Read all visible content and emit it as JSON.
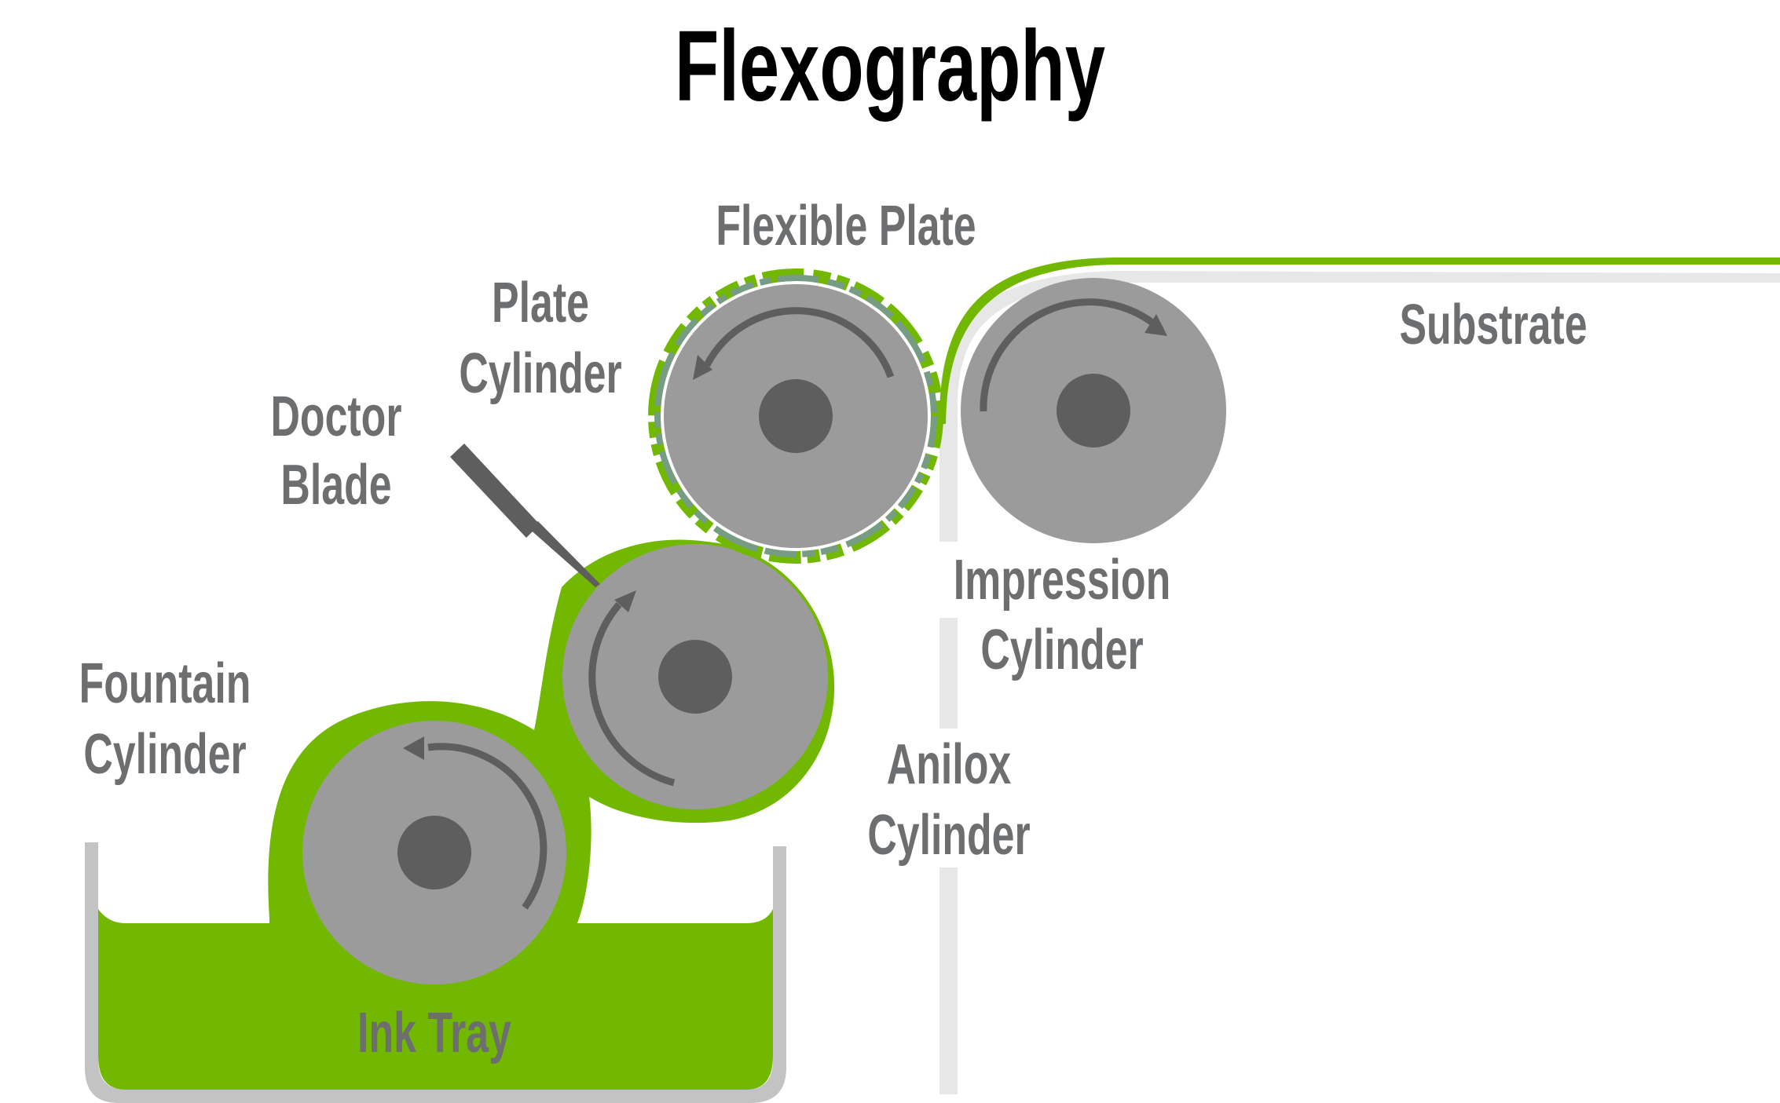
{
  "title": "Flexography",
  "labels": {
    "flexible_plate": "Flexible Plate",
    "plate_cylinder": [
      "Plate",
      "Cylinder"
    ],
    "doctor_blade": [
      "Doctor",
      "Blade"
    ],
    "substrate": "Substrate",
    "impression_cylinder": [
      "Impression",
      "Cylinder"
    ],
    "anilox_cylinder": [
      "Anilox",
      "Cylinder"
    ],
    "fountain_cylinder": [
      "Fountain",
      "Cylinder"
    ],
    "ink_tray": "Ink Tray"
  },
  "rotation": {
    "plate_cylinder": "counterclockwise",
    "impression_cylinder": "clockwise",
    "anilox_cylinder": "clockwise",
    "fountain_cylinder": "counterclockwise"
  },
  "colors": {
    "ink_green": "#72b800",
    "cylinder_grey": "#9b9b9b",
    "hub_dark": "#5e5e5e",
    "plate_ring": "#779c84",
    "substrate_grey": "#e7e7e7",
    "tray_grey": "#c3c3c3",
    "label_grey": "#6d6e70",
    "title_black": "#000000"
  }
}
